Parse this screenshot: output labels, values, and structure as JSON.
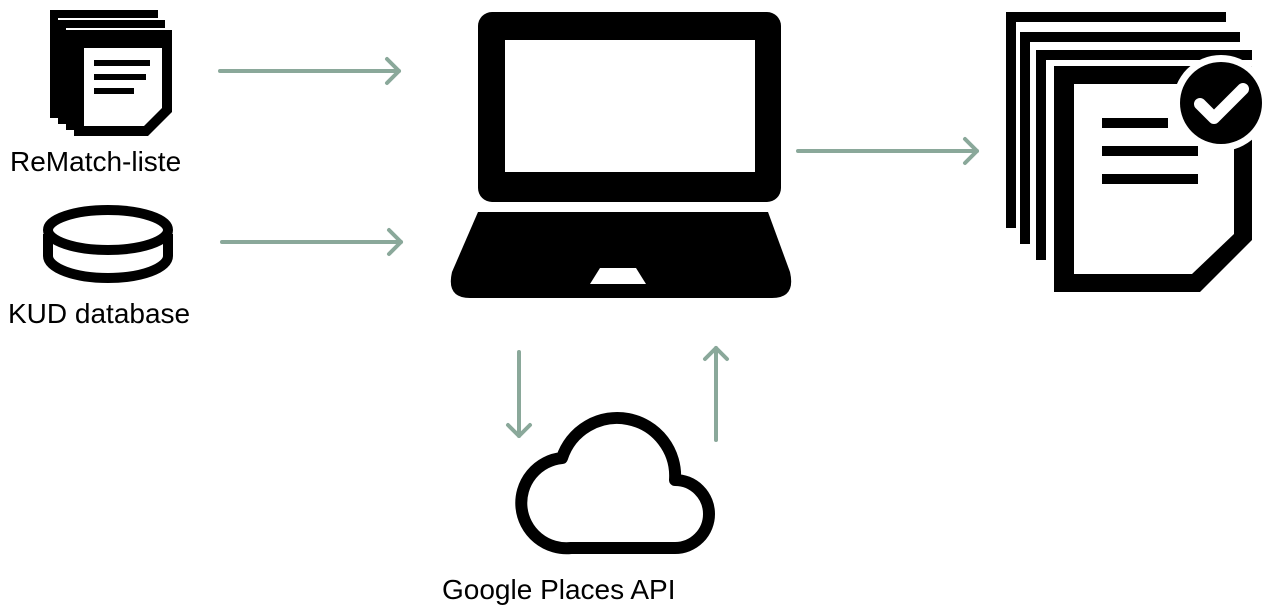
{
  "nodes": {
    "rematch_list": {
      "label": "ReMatch-liste",
      "icon": "stacked-documents-icon"
    },
    "kud_database": {
      "label": "KUD database",
      "icon": "database-icon"
    },
    "computer": {
      "icon": "laptop-icon"
    },
    "output_documents": {
      "icon": "verified-documents-icon"
    },
    "google_places_api": {
      "label": "Google Places API",
      "icon": "cloud-icon"
    }
  },
  "colors": {
    "icon": "#000000",
    "arrow": "#8aa89a",
    "background": "#ffffff"
  }
}
